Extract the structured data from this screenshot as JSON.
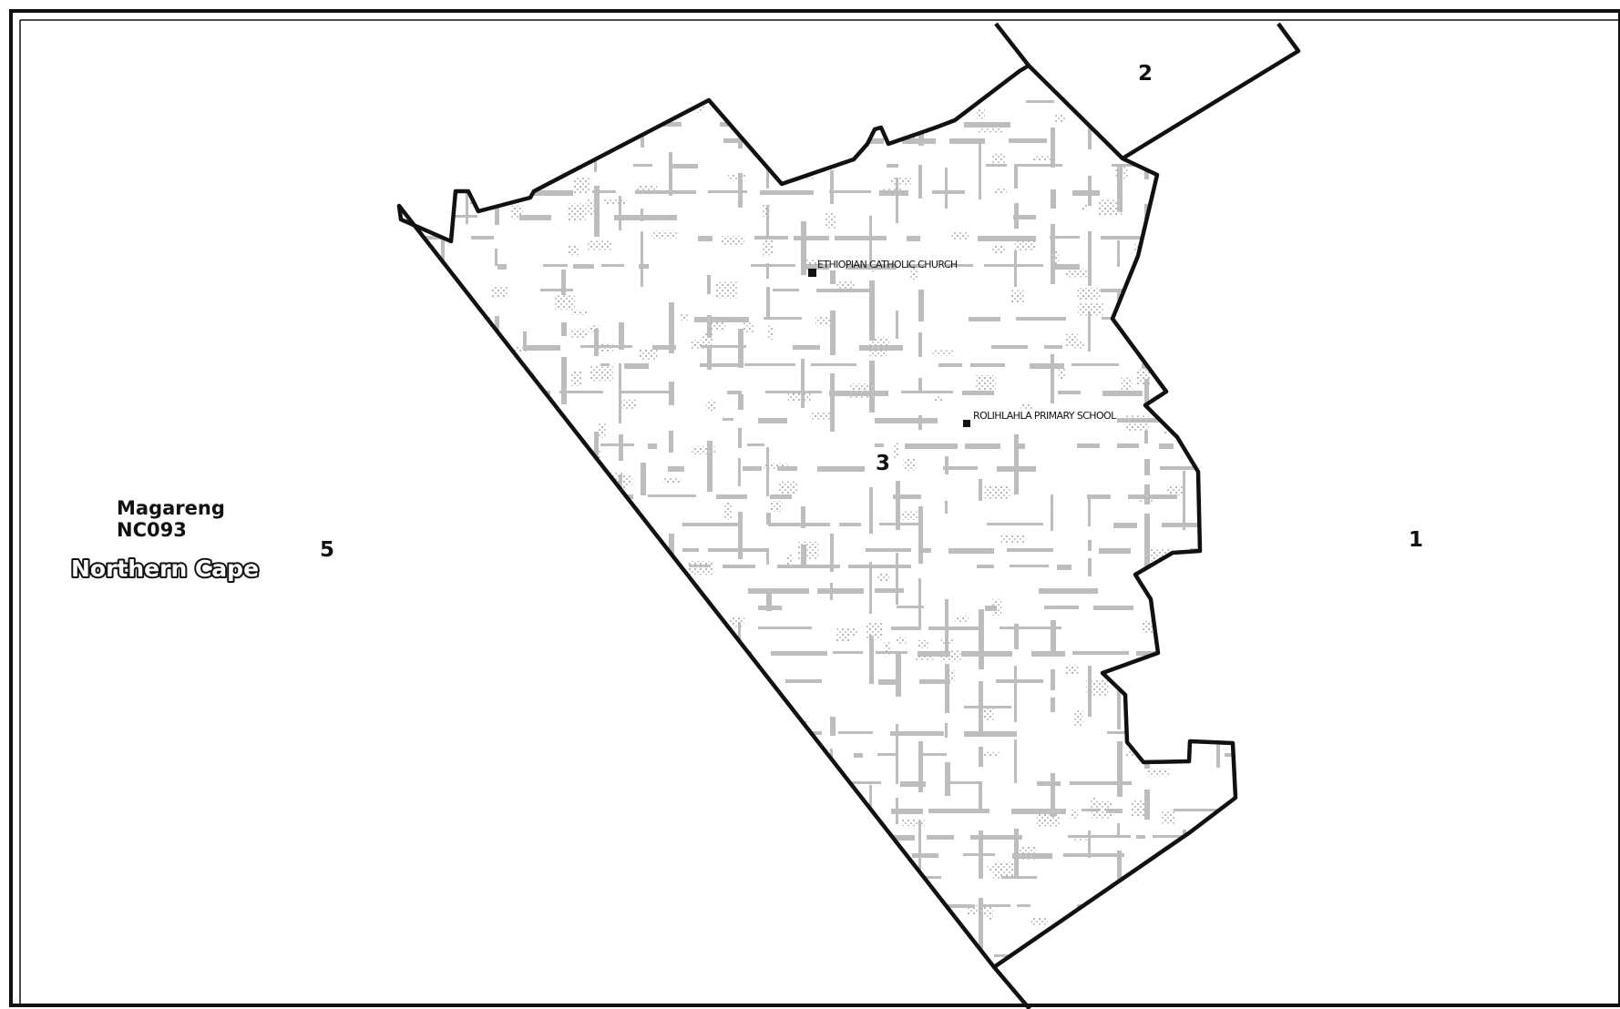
{
  "map": {
    "wards": [
      {
        "id": "ward-1",
        "label": "1"
      },
      {
        "id": "ward-2",
        "label": "2"
      },
      {
        "id": "ward-3",
        "label": "3"
      },
      {
        "id": "ward-5",
        "label": "5"
      }
    ],
    "municipality": {
      "name": "Magareng",
      "code": "NC093"
    },
    "province": "Northern Cape",
    "points_of_interest": [
      {
        "label": "ETHIOPIAN CATHOLIC CHURCH",
        "icon": "square-marker-icon"
      },
      {
        "label": "ROLIHLAHLA PRIMARY SCHOOL",
        "icon": "square-marker-icon"
      }
    ],
    "colors": {
      "boundary": "#111111",
      "built_up_texture": "#bdbdbd",
      "background": "#ffffff"
    }
  }
}
